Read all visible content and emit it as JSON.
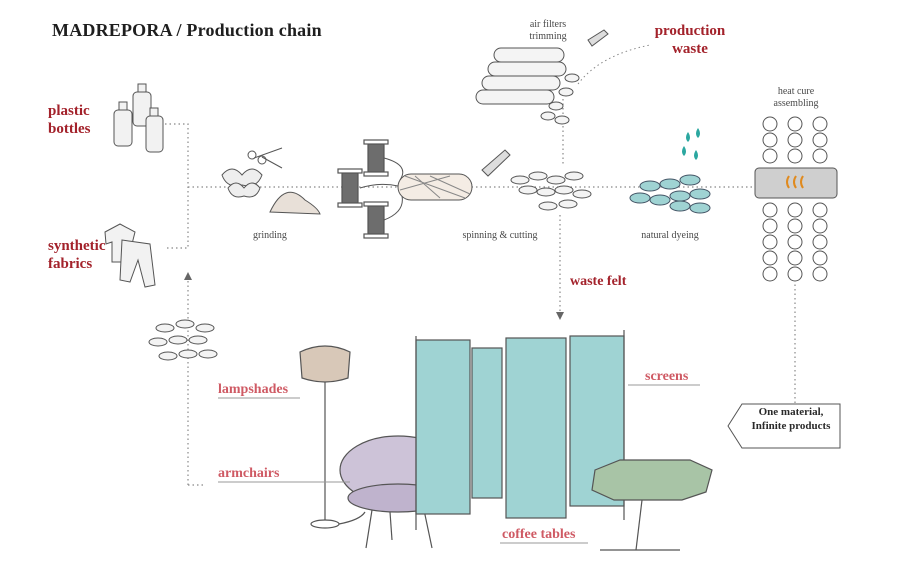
{
  "title": "MADREPORA / Production chain",
  "inputs": {
    "plastic_bottles": "plastic bottles",
    "synthetic_fabrics": "synthetic fabrics"
  },
  "steps": {
    "grinding": "grinding",
    "spinning_cutting": "spinning & cutting",
    "natural_dyeing": "natural dyeing",
    "air_filters_trimming": "air filters trimming",
    "heat_cure_assembling": "heat cure assembling"
  },
  "waste": {
    "production_waste": "production waste",
    "waste_felt": "waste felt"
  },
  "products": {
    "lampshades": "lampshades",
    "armchairs": "armchairs",
    "screens": "screens",
    "coffee_tables": "coffee tables"
  },
  "callout": "One material, Infinite products",
  "colors": {
    "dark_red": "#a3222b",
    "pink": "#cf5a64",
    "teal": "#9fd3d3",
    "lilac": "#cdc3d8",
    "sage": "#a8c4a6",
    "sand": "#d8c8b8"
  }
}
